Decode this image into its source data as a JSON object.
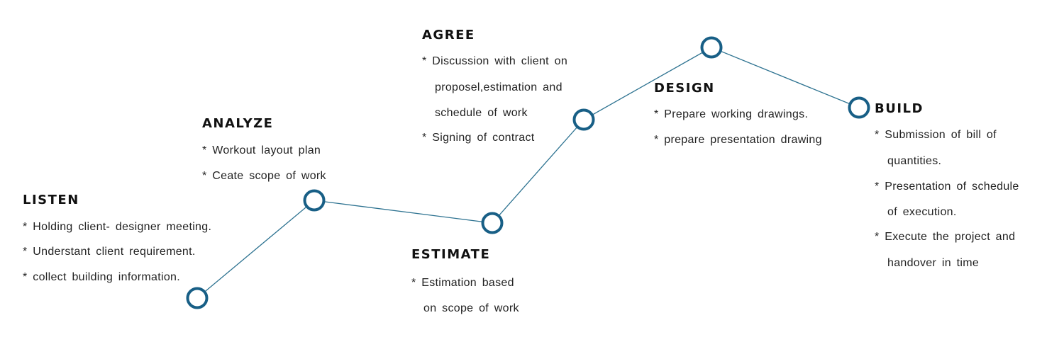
{
  "colors": {
    "connector": "#2e7391",
    "node_ring": "#185f86",
    "title": "#111111",
    "text": "#222222"
  },
  "stages": [
    {
      "title": "LISTEN",
      "lines": [
        "* Holding client- designer meeting.",
        "* Understant client requirement.",
        "* collect building information."
      ]
    },
    {
      "title": "ANALYZE",
      "lines": [
        "* Workout layout plan",
        "* Ceate scope of work"
      ]
    },
    {
      "title": "ESTIMATE",
      "lines": [
        "* Estimation based",
        "on scope of work"
      ]
    },
    {
      "title": "AGREE",
      "lines": [
        "* Discussion with client on",
        "proposel,estimation and",
        "schedule of work",
        "* Signing of contract"
      ]
    },
    {
      "title": "DESIGN",
      "lines": [
        "* Prepare working drawings.",
        "* prepare presentation drawing"
      ]
    },
    {
      "title": "BUILD",
      "lines": [
        "* Submission of bill of",
        "quantities.",
        "* Presentation of schedule",
        "of execution.",
        "* Execute the project and",
        "handover in time"
      ]
    }
  ]
}
